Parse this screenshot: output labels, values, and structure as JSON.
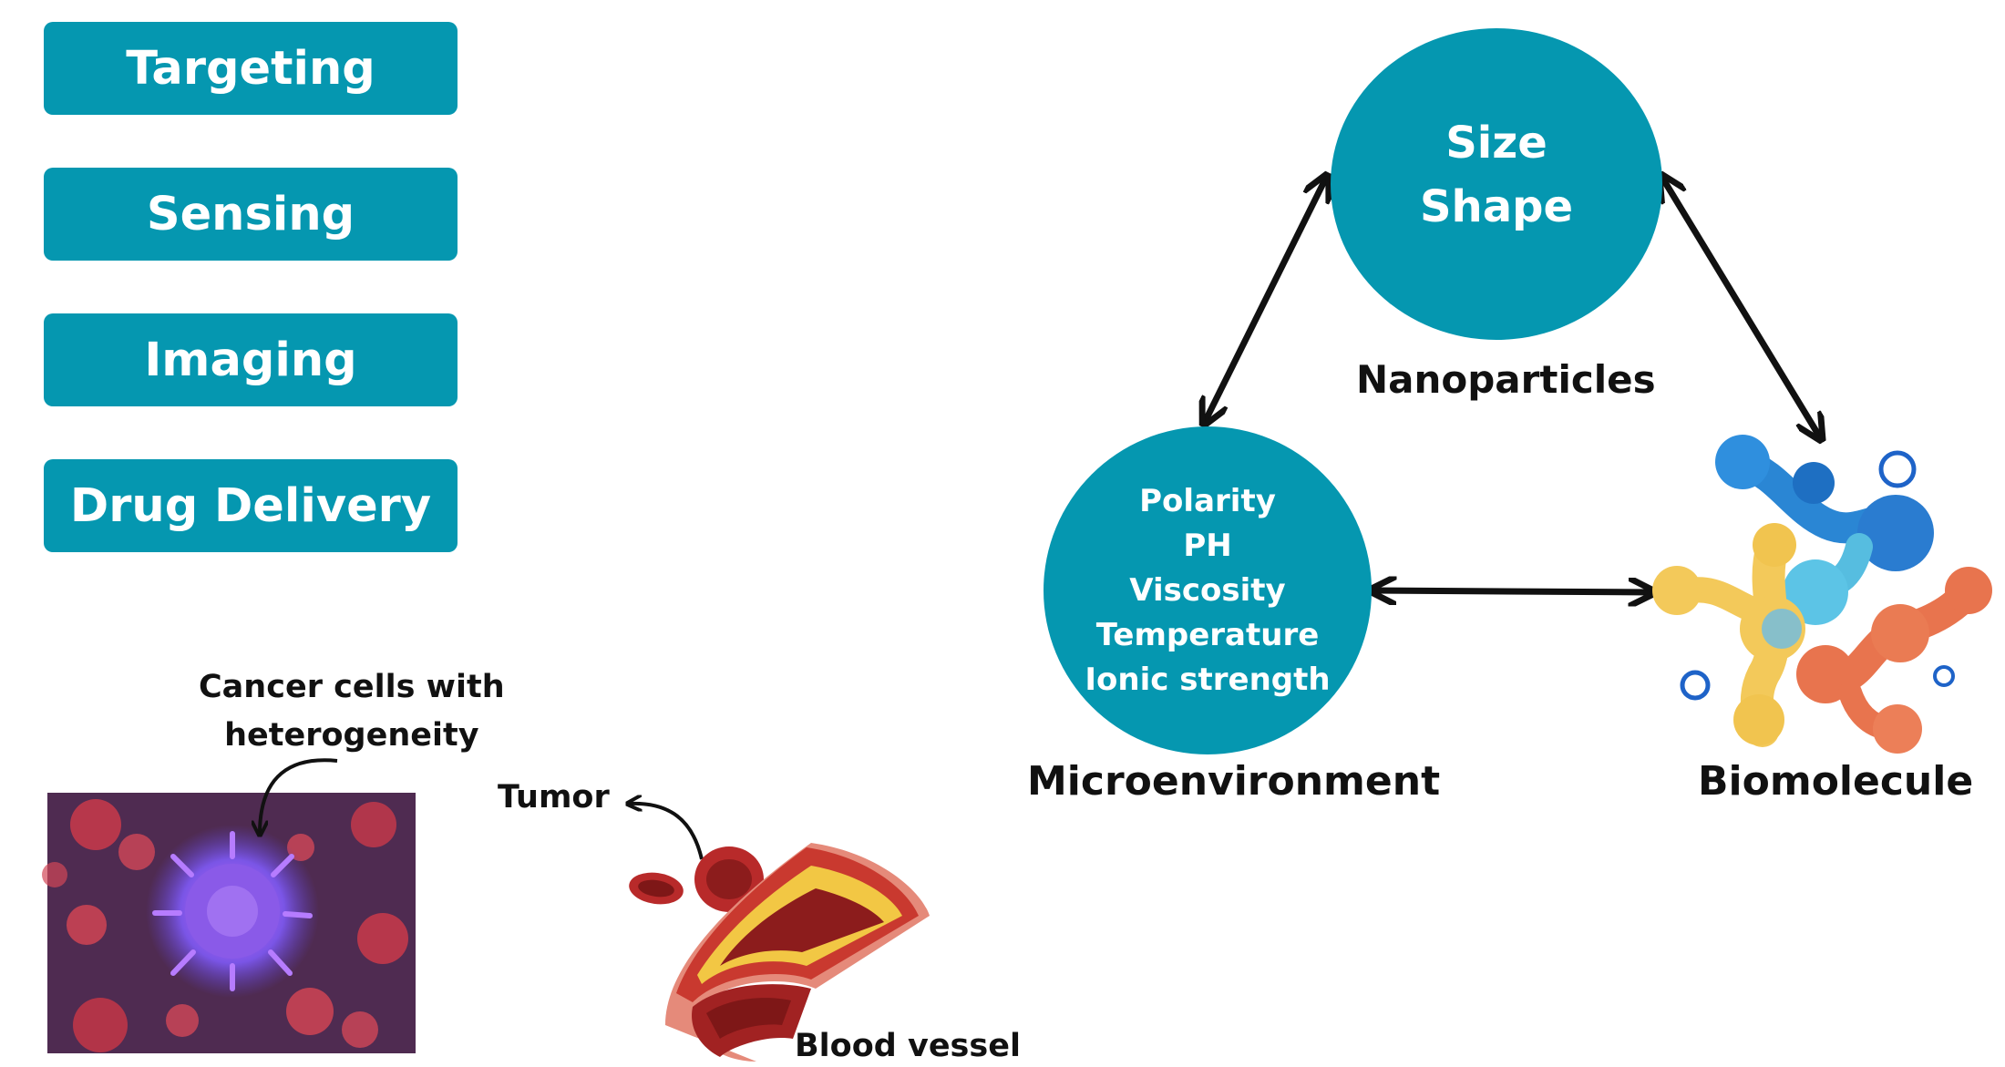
{
  "applications": [
    "Targeting",
    "Sensing",
    "Imaging",
    "Drug Delivery"
  ],
  "nanoparticles": {
    "properties": [
      "Size",
      "Shape"
    ],
    "label": "Nanoparticles"
  },
  "microenvironment": {
    "properties": [
      "Polarity",
      "PH",
      "Viscosity",
      "Temperature",
      "Ionic strength"
    ],
    "label": "Microenvironment"
  },
  "biomolecule": {
    "label": "Biomolecule"
  },
  "cancer": {
    "caption_line1": "Cancer cells with",
    "caption_line2": "heterogeneity"
  },
  "tumor": {
    "label": "Tumor"
  },
  "vessel": {
    "label": "Blood vessel"
  },
  "colors": {
    "teal": "#0597b0",
    "arrow": "#111111",
    "biomolecule_blue": "#2a86d4",
    "biomolecule_yellow": "#f3c95a",
    "biomolecule_orange": "#e8744e",
    "blood_red": "#b82a2a"
  }
}
